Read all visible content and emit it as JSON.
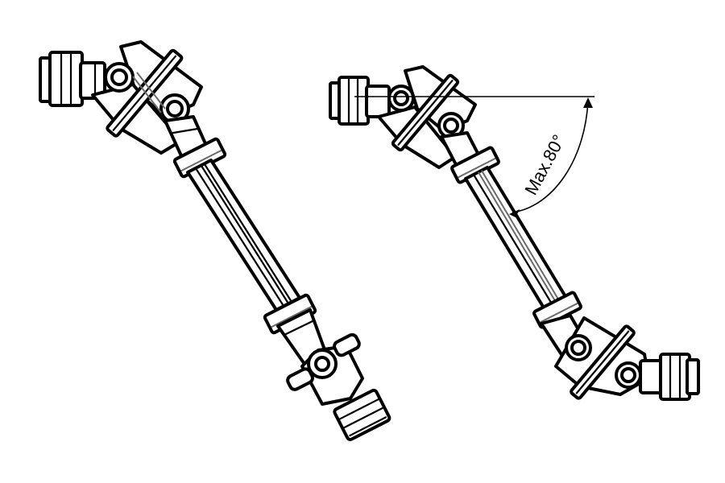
{
  "diagram": {
    "subject": "PTO drive shafts with universal joints",
    "background_color": "#ffffff",
    "line_color": "#000000",
    "shafts": [
      {
        "id": "left",
        "description": "Drive shaft with wide-angle CV joint at top and standard U-joint at bottom"
      },
      {
        "id": "right",
        "description": "Drive shaft with wide-angle CV joints at both ends"
      }
    ],
    "annotation": {
      "angle_label": "Max.80°",
      "angle_value": 80,
      "angle_unit": "°"
    }
  }
}
